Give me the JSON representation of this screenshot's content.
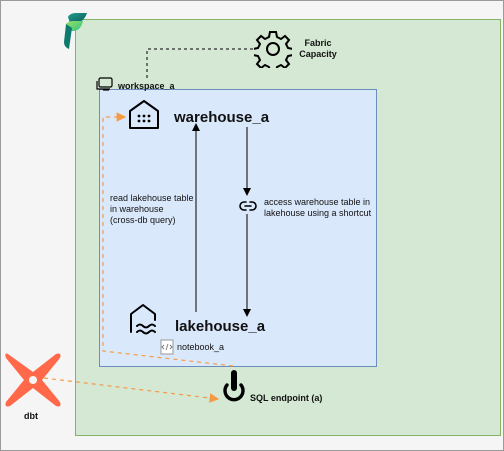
{
  "fabric_capacity": {
    "label": "Fabric\nCapacity"
  },
  "workspace": {
    "label": "workspace_a"
  },
  "warehouse": {
    "label": "warehouse_a"
  },
  "lakehouse": {
    "label": "lakehouse_a"
  },
  "notebook": {
    "label": "notebook_a"
  },
  "sql_endpoint": {
    "label": "SQL endpoint (a)"
  },
  "dbt": {
    "label": "dbt"
  },
  "edges": {
    "read_label": "read lakehouse table\nin warehouse\n(cross-db query)",
    "access_label": "access warehouse table in\nlakehouse using a shortcut"
  },
  "colors": {
    "accent_orange": "#f59a42",
    "dbt_orange": "#ff694a",
    "green_fill": "#d5e8d4",
    "blue_fill": "#dae8fc"
  },
  "icons": [
    "fabric-logo-icon",
    "gear-icon",
    "workspace-icon",
    "warehouse-icon",
    "lakehouse-icon",
    "notebook-icon",
    "link-icon",
    "power-icon",
    "dbt-logo-icon"
  ]
}
